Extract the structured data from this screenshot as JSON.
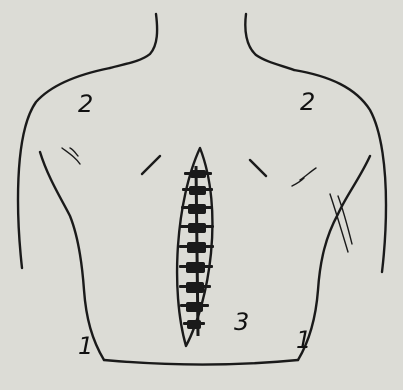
{
  "figure": {
    "background_color": "#dcdcd6",
    "line_color": "#1a1a1a",
    "labels": {
      "left_shoulder": "2",
      "right_shoulder": "2",
      "left_flank": "1",
      "right_flank": "1",
      "spine_region": "3"
    }
  }
}
